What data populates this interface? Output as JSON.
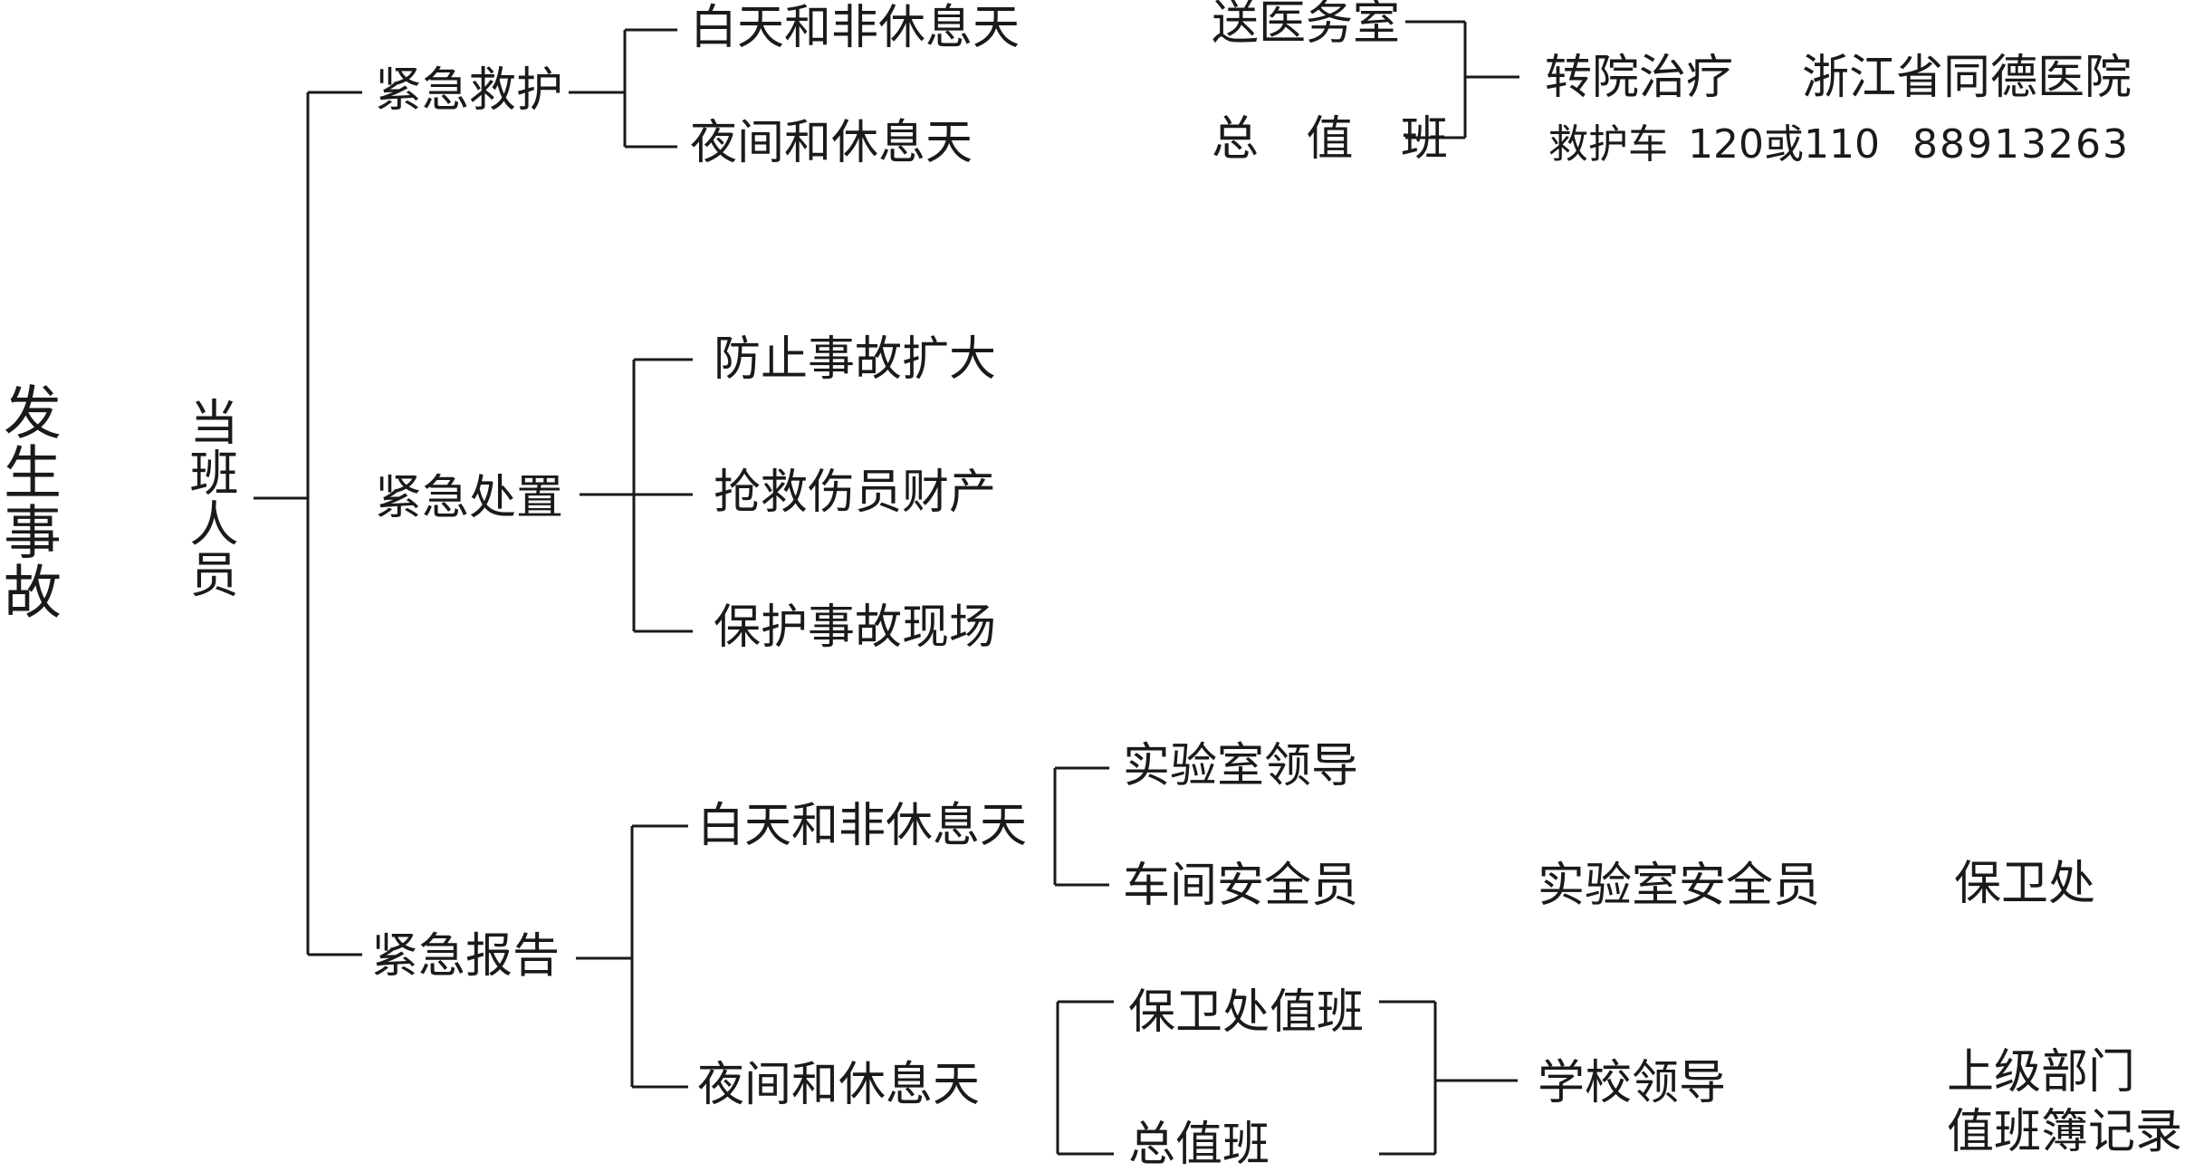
{
  "root": "发生事故",
  "actor": "当班人员",
  "branches": {
    "rescue": {
      "label": "紧急救护",
      "day": "白天和非休息天",
      "night": "夜间和休息天",
      "dest_day": "送医务室",
      "dest_night": "总 值 班",
      "transfer": "转院治疗",
      "hospital": "浙江省同德医院",
      "ambulance": "救护车",
      "phone_emergency": "120或110",
      "phone_hospital": "88913263"
    },
    "handle": {
      "label": "紧急处置",
      "items": [
        "防止事故扩大",
        "抢救伤员财产",
        "保护事故现场"
      ]
    },
    "report": {
      "label": "紧急报告",
      "day": "白天和非休息天",
      "night": "夜间和休息天",
      "day_targets": [
        "实验室领导",
        "车间安全员"
      ],
      "lab_safety": "实验室安全员",
      "security_office": "保卫处",
      "night_targets": [
        "保卫处值班",
        "总值班"
      ],
      "school_leader": "学校领导",
      "superior": "上级部门",
      "logbook": "值班簿记录"
    }
  }
}
